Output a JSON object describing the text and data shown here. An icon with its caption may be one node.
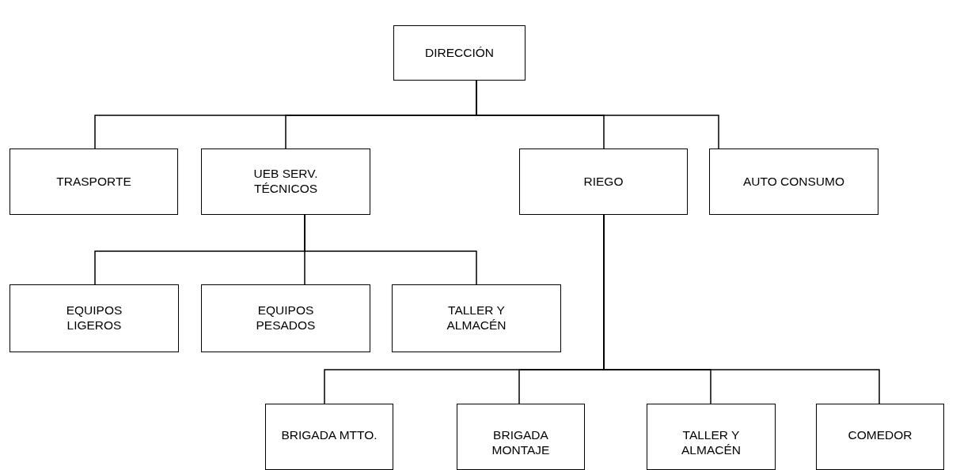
{
  "diagram": {
    "nodes": [
      {
        "text": [
          "DIRECCIÓN"
        ]
      },
      {
        "text": [
          "TRASPORTE"
        ]
      },
      {
        "text": [
          "UEB SERV. TÉCNICOS"
        ]
      },
      {
        "text": [
          "RIEGO"
        ]
      },
      {
        "text": [
          "AUTO CONSUMO"
        ]
      },
      {
        "text": [
          "EQUIPOS LIGEROS"
        ]
      },
      {
        "text": [
          "EQUIPOS PESADOS"
        ]
      },
      {
        "text": [
          "TALLER Y ALMACÉN"
        ]
      },
      {
        "text": [
          "BRIGADA MTTO."
        ]
      },
      {
        "text": [
          "BRIGADA MONTAJE"
        ]
      },
      {
        "text": [
          "TALLER Y ALMACÉN"
        ]
      },
      {
        "text": [
          "COMEDOR"
        ]
      }
    ],
    "edges": [
      {
        "from": 0,
        "to": 1,
        "arrow": "none"
      },
      {
        "from": 0,
        "to": 2,
        "arrow": "none"
      },
      {
        "from": 0,
        "to": 3,
        "arrow": "none"
      },
      {
        "from": 0,
        "to": 4,
        "arrow": "none"
      },
      {
        "from": 2,
        "to": 5,
        "arrow": "none"
      },
      {
        "from": 2,
        "to": 6,
        "arrow": "none"
      },
      {
        "from": 2,
        "to": 7,
        "arrow": "none"
      },
      {
        "from": 3,
        "to": 8,
        "arrow": "none"
      },
      {
        "from": 3,
        "to": 9,
        "arrow": "none"
      },
      {
        "from": 3,
        "to": 10,
        "arrow": "none"
      },
      {
        "from": 3,
        "to": 11,
        "arrow": "none"
      }
    ]
  }
}
